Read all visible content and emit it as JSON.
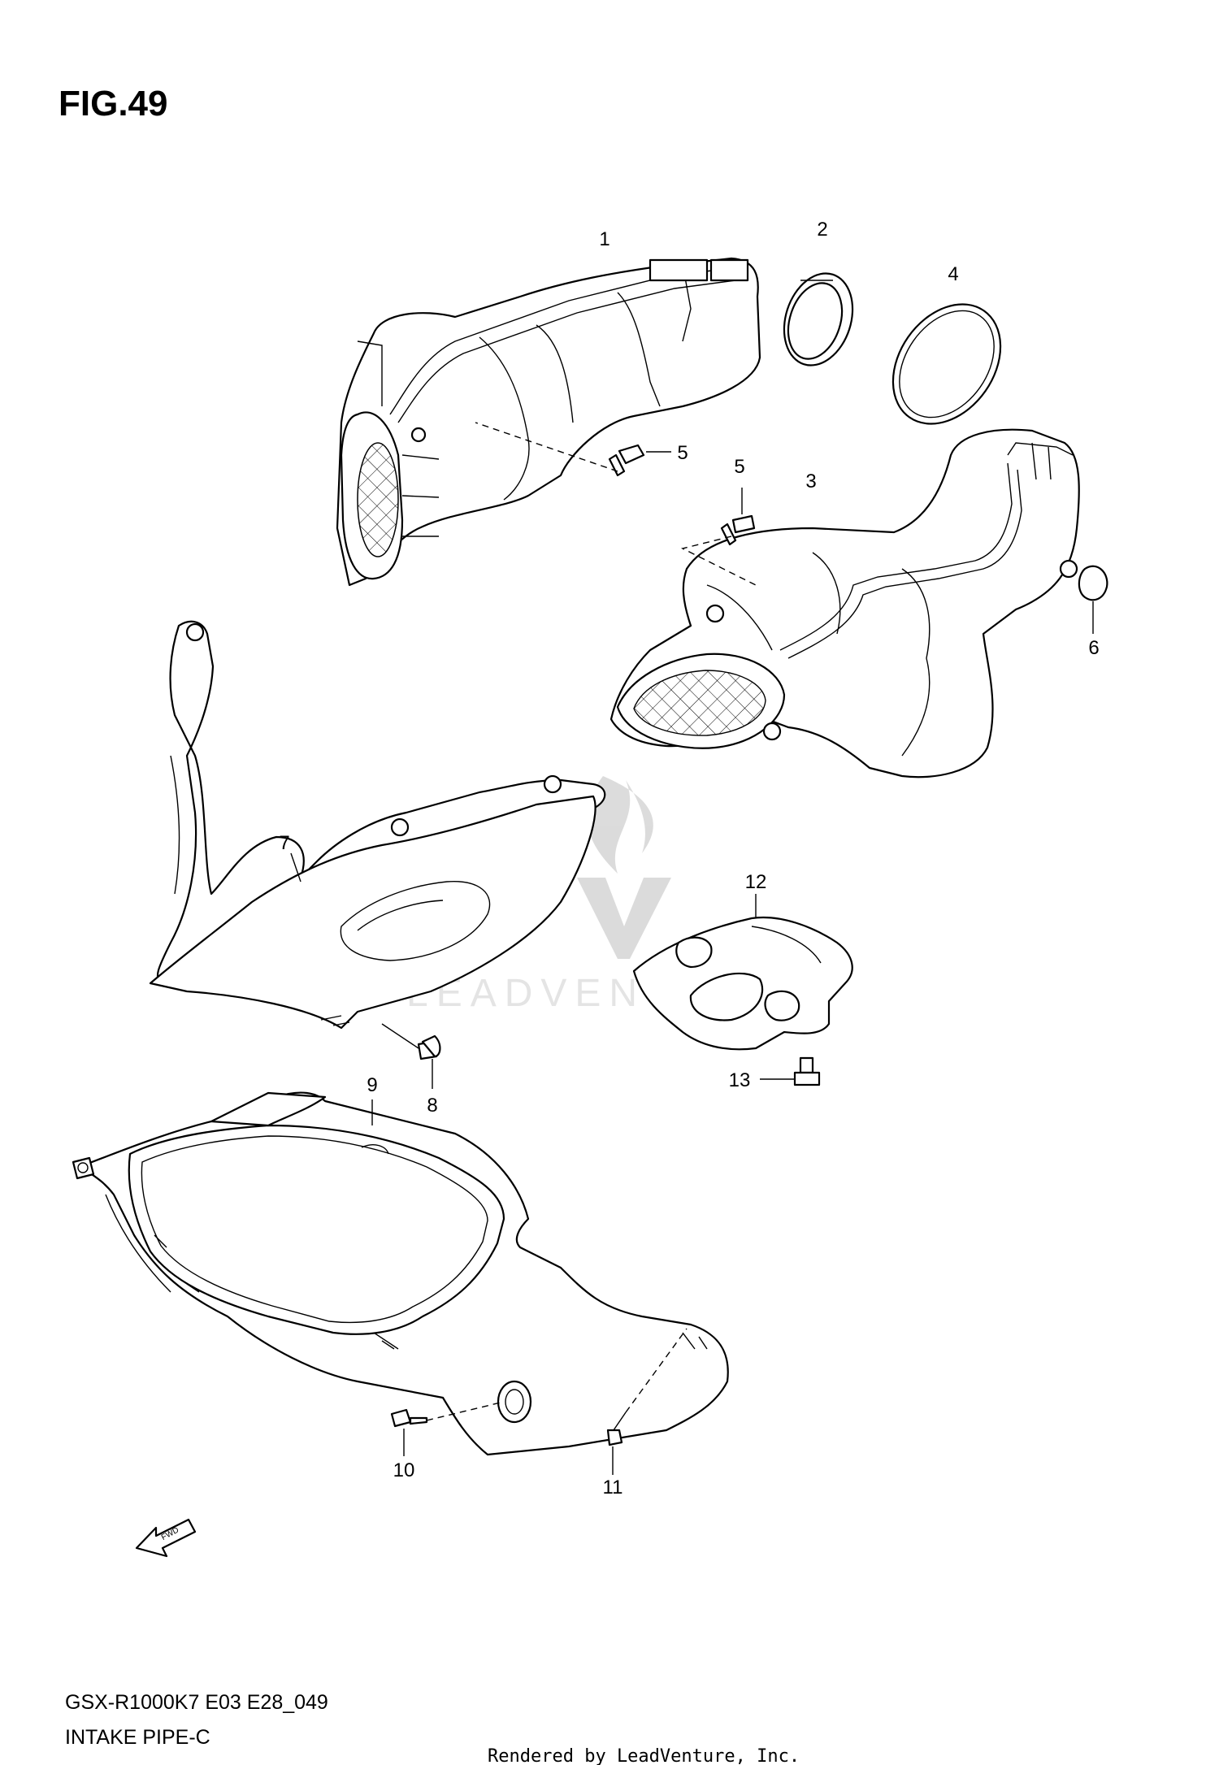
{
  "figure": {
    "title": "FIG.49",
    "model_code": "GSX-R1000K7 E03 E28_049",
    "section_name": "INTAKE PIPE-C",
    "rendered_by": "Rendered by LeadVenture, Inc.",
    "watermark": "LEADVENTURE",
    "direction_arrow": "FWD"
  },
  "callouts": [
    "1",
    "2",
    "3",
    "4",
    "5",
    "5",
    "6",
    "7",
    "8",
    "9",
    "10",
    "11",
    "12",
    "13"
  ]
}
